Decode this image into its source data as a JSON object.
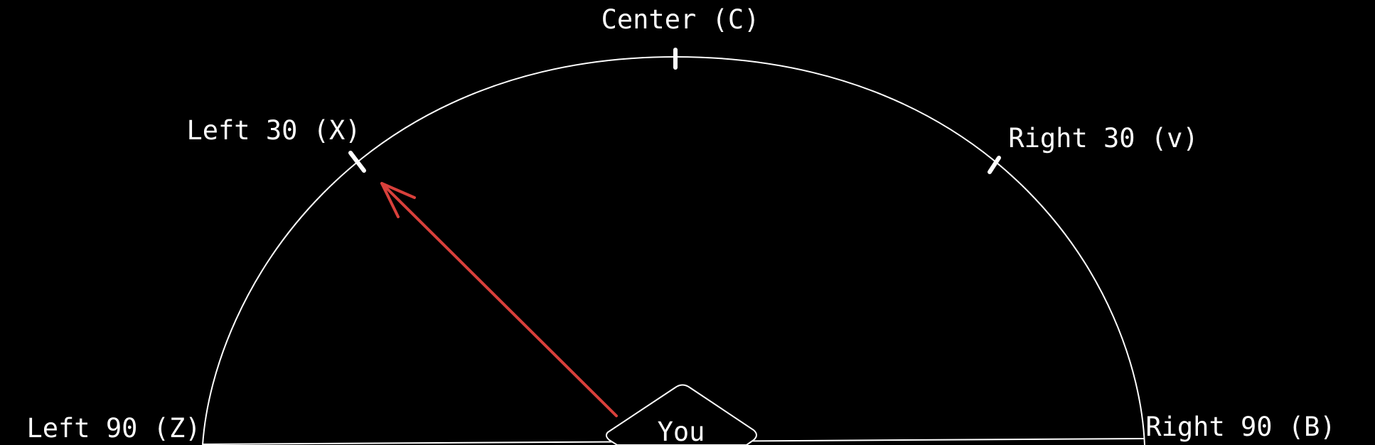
{
  "labels": {
    "center": "Center (C)",
    "left30": "Left 30 (X)",
    "right30": "Right 30 (v)",
    "left90": "Left 90 (Z)",
    "right90": "Right 90 (B)",
    "you": "You"
  },
  "colors": {
    "background": "#000000",
    "line": "#ffffff",
    "arrow": "#d9403b"
  }
}
